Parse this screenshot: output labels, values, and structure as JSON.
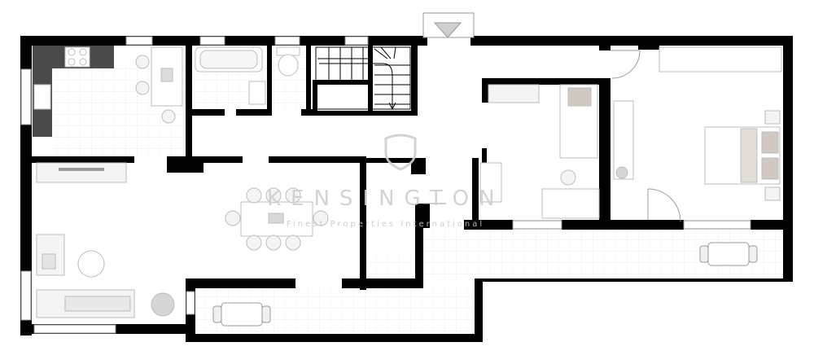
{
  "watermark": {
    "brand": "KENSINGTON",
    "tagline": "Finest Properties International"
  },
  "colors": {
    "wall": "#000000",
    "floor_tile": "#e9e9e9",
    "furniture_stroke": "#bdbdbd",
    "furniture_fill": "#f4f4f4",
    "counter_dark": "#4a4a4a",
    "bedding": "#cfc9c1",
    "watermark": "#cfcfcf"
  },
  "icons": {
    "entry_marker": "triangle-down",
    "watermark_logo": "shield-crest"
  }
}
